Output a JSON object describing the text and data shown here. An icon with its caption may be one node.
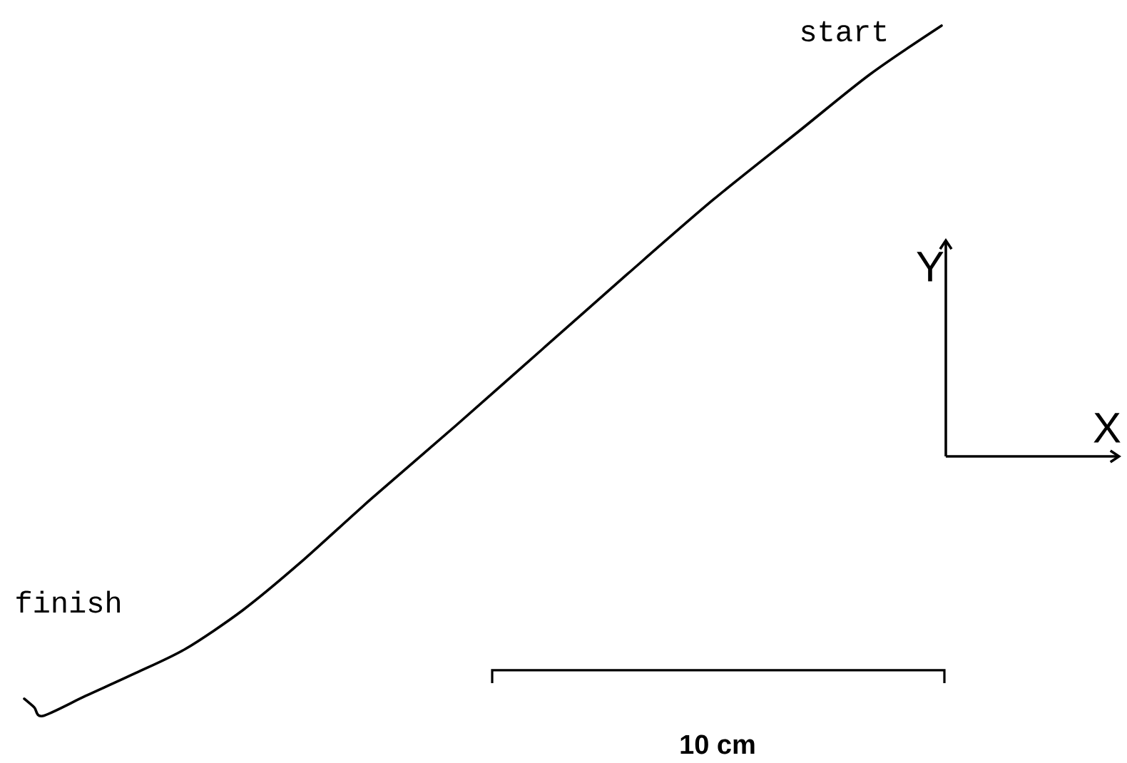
{
  "diagram": {
    "labels": [
      "start",
      "Y",
      "X",
      "finish",
      "10 cm"
    ]
  }
}
